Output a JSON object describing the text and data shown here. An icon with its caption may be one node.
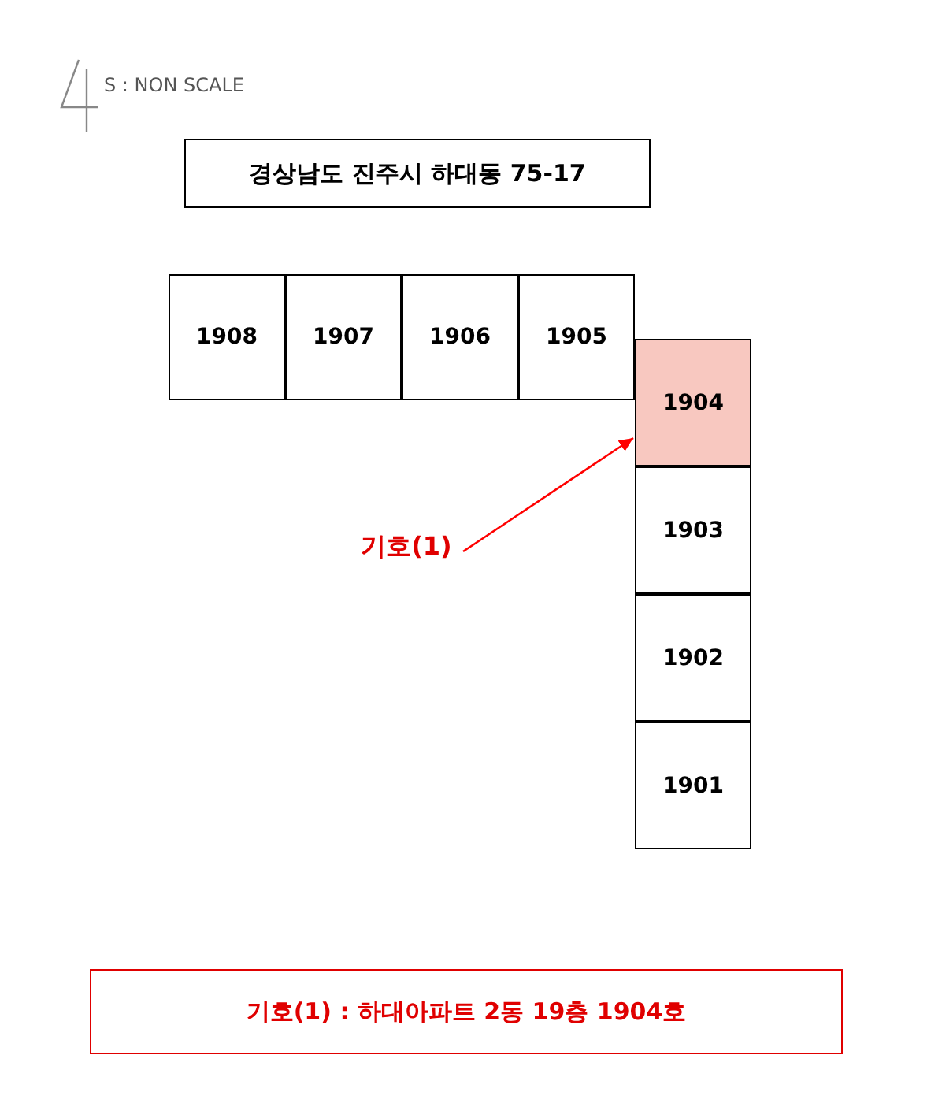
{
  "diagram": {
    "nodes": [
      {
        "text": [
          "경상남도 진주시 하대동 75-17"
        ]
      },
      {
        "text": [
          "1908"
        ]
      },
      {
        "text": [
          "1907"
        ]
      },
      {
        "text": [
          "1906"
        ]
      },
      {
        "text": [
          "1905"
        ]
      },
      {
        "text": [
          "1904"
        ]
      },
      {
        "text": [
          "1903"
        ]
      },
      {
        "text": [
          "1902"
        ]
      },
      {
        "text": [
          "1901"
        ]
      },
      {
        "text": [
          "기호(1)"
        ]
      },
      {
        "text": [
          "기호(1) : 하대아파트 2동 19층 1904호"
        ]
      }
    ],
    "edges": [
      {
        "from": 9,
        "to": 5,
        "arrow": "to",
        "color": "#ff0000"
      }
    ],
    "labels": [
      "S : NON SCALE"
    ]
  }
}
